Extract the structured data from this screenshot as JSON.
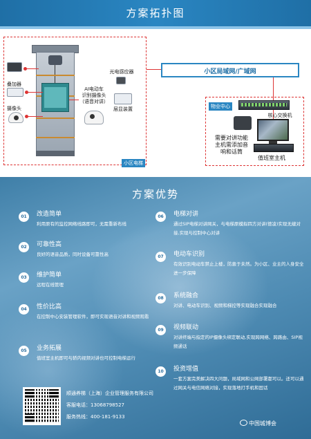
{
  "topology": {
    "title": "方案拓扑图",
    "device_labels": {
      "intercom": "叠加器",
      "camera": "摄像头",
      "ai_camera": "AI电动车\n识别摄像头\n（语音对讲）",
      "sensor": "光电感应器",
      "floor_device": "层显装置",
      "switch": "核心交换机",
      "host_note": "需要对讲功能\n主机需添加音\n响和话筒",
      "host": "值班室主机"
    },
    "network": "小区局域网/广域网",
    "tags": {
      "elevator_room": "小区电梯",
      "property_center": "物业中心"
    }
  },
  "advantages": {
    "title": "方案优势",
    "left": [
      {
        "num": "01",
        "title": "改造简单",
        "desc": "利用原有的监控网络线路即可，无需重新布线"
      },
      {
        "num": "02",
        "title": "可靠性高",
        "desc": "良好的语音品质，同时设备可靠性高"
      },
      {
        "num": "03",
        "title": "维护简单",
        "desc": "远程在线管理"
      },
      {
        "num": "04",
        "title": "性价比高",
        "desc": "在控制中心安装管理软件，即可实现语音对讲和视频观看"
      },
      {
        "num": "05",
        "title": "业务拓展",
        "desc": "值班室主机即可与轿内视频对讲也可控制电梯运行"
      }
    ],
    "right": [
      {
        "num": "06",
        "title": "电梯对讲",
        "desc": "通过SIP电梯对讲网关，与电梯原模拟四方对讲(德凌)实现无缝对接,实现与控制中心对讲"
      },
      {
        "num": "07",
        "title": "电动车识别",
        "desc": "有效识别电动车禁止上楼，防患于未然。为小区、业主的人身安全进一步保障"
      },
      {
        "num": "08",
        "title": "系统融合",
        "desc": "对讲、电动车识别、视频和梯控等实现融合实现融合"
      },
      {
        "num": "09",
        "title": "视频联动",
        "desc": "对讲终端与指定的IP摄像头绑定联动,实现跨网络、跨路由、SIP视频通话"
      },
      {
        "num": "10",
        "title": "投资增值",
        "desc": "一套方案完美解决四大问题，局域网和公网部署都可以。还可以通过网关与电信网络对接，实现落地打手机和固话"
      }
    ]
  },
  "contact": {
    "company": "顺通养梯（上海）企业管理服务有限公司",
    "phone": "客服电话：13068798527",
    "hotline": "服务热线：400-181-9133"
  },
  "brand": {
    "wechat_name": "中国城博会"
  },
  "colors": {
    "title_blue": "#2a86c2",
    "dash_red": "#dd3333",
    "bottom_bg": "#4e8bb3"
  }
}
